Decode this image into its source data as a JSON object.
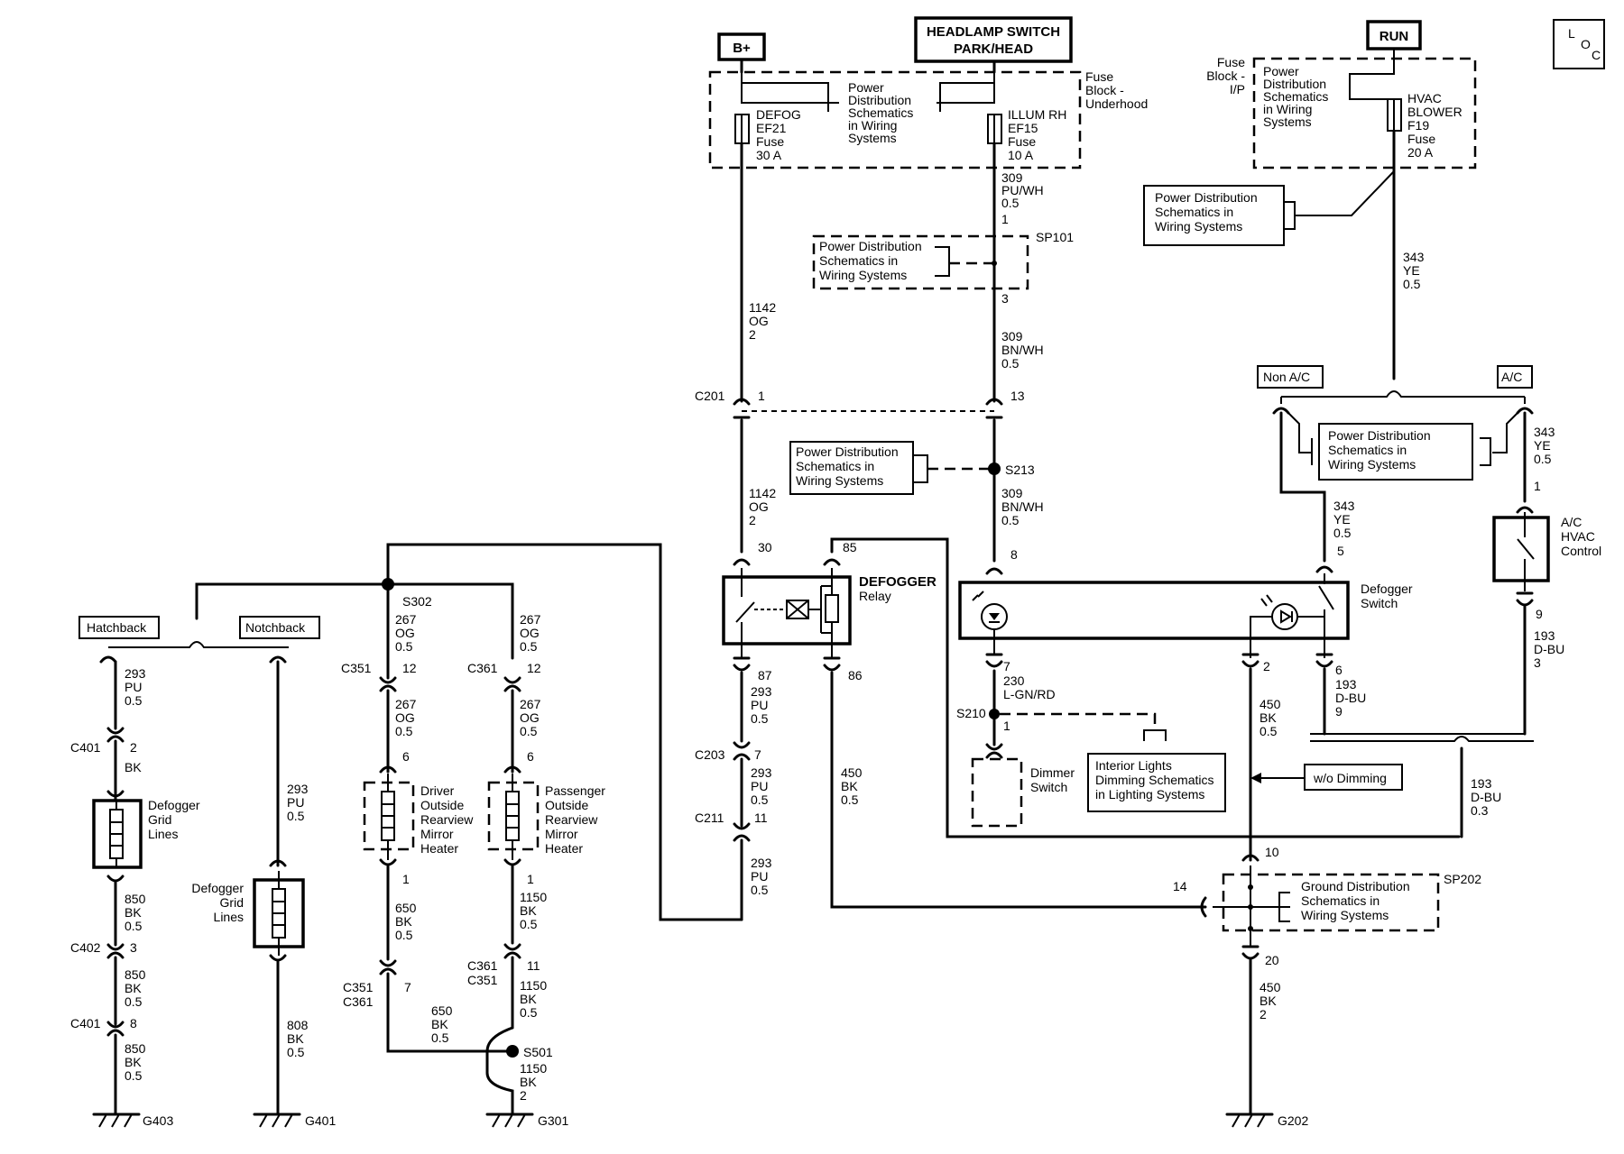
{
  "sources": {
    "bplus": "B+",
    "headlamp_l1": "HEADLAMP SWITCH",
    "headlamp_l2": "PARK/HEAD",
    "run": "RUN",
    "loc": [
      "L",
      "O",
      "C"
    ]
  },
  "fuse_block_underhood": [
    "Fuse",
    "Block -",
    "Underhood"
  ],
  "fuse_block_ip": [
    "Fuse",
    "Block -",
    "I/P"
  ],
  "pds": [
    "Power",
    "Distribution",
    "Schematics",
    "in Wiring",
    "Systems"
  ],
  "pds3": [
    "Power Distribution",
    "Schematics in",
    "Wiring Systems"
  ],
  "gds": [
    "Ground Distribution",
    "Schematics in",
    "Wiring Systems"
  ],
  "ild": [
    "Interior Lights",
    "Dimming Schematics",
    "in Lighting Systems"
  ],
  "fuses": {
    "ef21": [
      "DEFOG",
      "EF21",
      "Fuse",
      "30 A"
    ],
    "ef15": [
      "ILLUM RH",
      "EF15",
      "Fuse",
      "10 A"
    ],
    "f19": [
      "HVAC",
      "BLOWER",
      "F19",
      "Fuse",
      "20 A"
    ]
  },
  "wires": {
    "w309pu": [
      "309",
      "PU/WH",
      "0.5"
    ],
    "w1142a": [
      "1142",
      "OG",
      "2"
    ],
    "w1142b": [
      "1142",
      "OG",
      "2"
    ],
    "w309bn_a": [
      "309",
      "BN/WH",
      "0.5"
    ],
    "w309bn_b": [
      "309",
      "BN/WH",
      "0.5"
    ],
    "w343_top": [
      "343",
      "YE",
      "0.5"
    ],
    "w343_l": [
      "343",
      "YE",
      "0.5"
    ],
    "w343_r": [
      "343",
      "YE",
      "0.5"
    ],
    "w293_a": [
      "293",
      "PU",
      "0.5"
    ],
    "w293_b": [
      "293",
      "PU",
      "0.5"
    ],
    "w293_c": [
      "293",
      "PU",
      "0.5"
    ],
    "w293_hatch": [
      "293",
      "PU",
      "0.5"
    ],
    "w293_notch": [
      "293",
      "PU",
      "0.5"
    ],
    "w450_relay": [
      "450",
      "BK",
      "0.5"
    ],
    "w450_mid": [
      "450",
      "BK",
      "0.5"
    ],
    "w450_bot": [
      "450",
      "BK",
      "2"
    ],
    "w230": [
      "230",
      "L-GN/RD"
    ],
    "w193_a": [
      "193",
      "D-BU",
      "9"
    ],
    "w193_b": [
      "193",
      "D-BU",
      "3"
    ],
    "w193_c": [
      "193",
      "D-BU",
      "0.3"
    ],
    "w267_1": [
      "267",
      "OG",
      "0.5"
    ],
    "w267_2": [
      "267",
      "OG",
      "0.5"
    ],
    "w267_3": [
      "267",
      "OG",
      "0.5"
    ],
    "w267_4": [
      "267",
      "OG",
      "0.5"
    ],
    "w650_a": [
      "650",
      "BK",
      "0.5"
    ],
    "w650_b": [
      "650",
      "BK",
      "0.5"
    ],
    "w1150_a": [
      "1150",
      "BK",
      "0.5"
    ],
    "w1150_b": [
      "1150",
      "BK",
      "0.5"
    ],
    "w1150_c": [
      "1150",
      "BK",
      "2"
    ],
    "w850_a": [
      "850",
      "BK",
      "0.5"
    ],
    "w850_b": [
      "850",
      "BK",
      "0.5"
    ],
    "w850_c": [
      "850",
      "BK",
      "0.5"
    ],
    "w808": [
      "808",
      "BK",
      "0.5"
    ],
    "bk_c401": "BK"
  },
  "connectors": {
    "c201": "C201",
    "c203": "C203",
    "c211": "C211",
    "c351": "C351",
    "c361": "C361",
    "c401a": "C401",
    "c402": "C402",
    "c401b": "C401",
    "c351_361": [
      "C351",
      "C361"
    ],
    "c361_351": [
      "C361",
      "C351"
    ]
  },
  "pins": {
    "p1": "1",
    "p13": "13",
    "p30": "30",
    "p85": "85",
    "p87": "87",
    "p86": "86",
    "p8": "8",
    "p7": "7",
    "p7b": "7",
    "p11": "11",
    "p1b": "1",
    "p3": "3",
    "p5": "5",
    "p6": "6",
    "p2": "2",
    "p9": "9",
    "p1c": "1",
    "p10": "10",
    "p14": "14",
    "p20": "20",
    "p12a": "12",
    "p12b": "12",
    "p6a": "6",
    "p6b": "6",
    "p1d": "1",
    "p1e": "1",
    "p7c": "7",
    "p11b": "11",
    "p2b": "2",
    "p3b": "3",
    "p8b": "8"
  },
  "splices": {
    "sp101": "SP101",
    "s213": "S213",
    "s210": "S210",
    "sp202": "SP202",
    "s302": "S302",
    "s501": "S501"
  },
  "components": {
    "relay": [
      "DEFOGGER",
      "Relay"
    ],
    "defog_switch": [
      "Defogger",
      "Switch"
    ],
    "hvac_control": [
      "A/C",
      "HVAC",
      "Control"
    ],
    "dimmer": [
      "Dimmer",
      "Switch"
    ],
    "grid1": [
      "Defogger",
      "Grid",
      "Lines"
    ],
    "grid2": [
      "Defogger",
      "Grid",
      "Lines"
    ],
    "driver_mirror": [
      "Driver",
      "Outside",
      "Rearview",
      "Mirror",
      "Heater"
    ],
    "pass_mirror": [
      "Passenger",
      "Outside",
      "Rearview",
      "Mirror",
      "Heater"
    ]
  },
  "options": {
    "non_ac": "Non A/C",
    "ac": "A/C",
    "hatchback": "Hatchback",
    "notchback": "Notchback",
    "wo_dimming": "w/o Dimming"
  },
  "grounds": {
    "g403": "G403",
    "g401": "G401",
    "g301": "G301",
    "g202": "G202"
  }
}
